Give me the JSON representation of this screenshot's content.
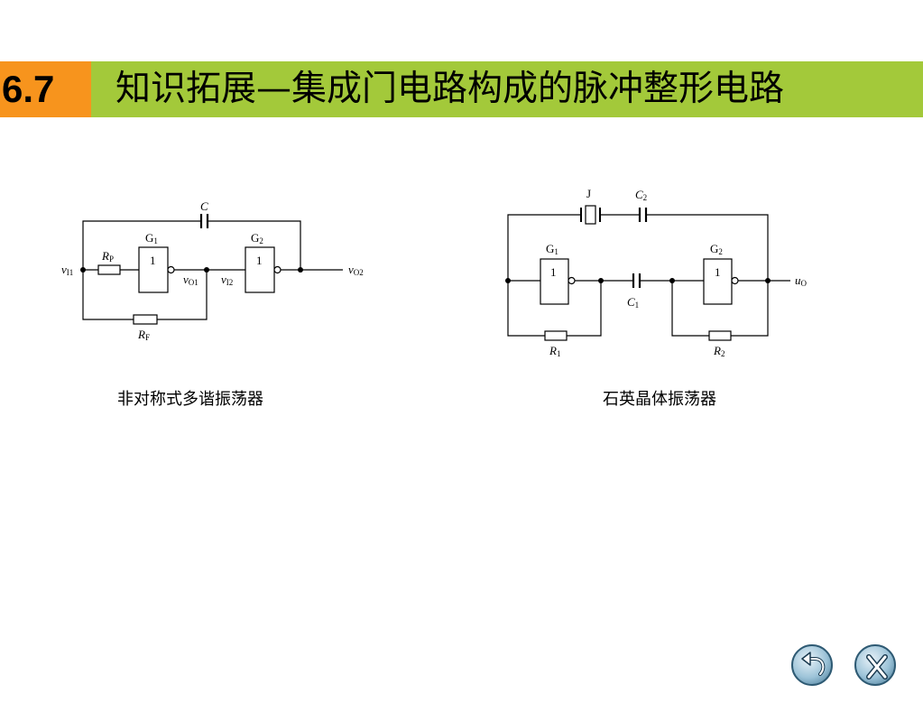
{
  "header": {
    "section_number": "6.7",
    "title": "知识拓展—集成门电路构成的脉冲整形电路"
  },
  "left_circuit": {
    "caption": "非对称式多谐振荡器",
    "gate1": {
      "name": "G",
      "sub": "1",
      "symbol": "1"
    },
    "gate2": {
      "name": "G",
      "sub": "2",
      "symbol": "1"
    },
    "capacitor": "C",
    "resistor_p": {
      "name": "R",
      "sub": "P"
    },
    "resistor_f": {
      "name": "R",
      "sub": "F"
    },
    "input1": {
      "name": "v",
      "sub": "I1"
    },
    "output1": {
      "name": "v",
      "sub": "O1"
    },
    "input2": {
      "name": "v",
      "sub": "I2"
    },
    "output2": {
      "name": "v",
      "sub": "O2"
    }
  },
  "right_circuit": {
    "caption": "石英晶体振荡器",
    "crystal": "J",
    "capacitor2": {
      "name": "C",
      "sub": "2"
    },
    "capacitor1": {
      "name": "C",
      "sub": "1"
    },
    "gate1": {
      "name": "G",
      "sub": "1",
      "symbol": "1"
    },
    "gate2": {
      "name": "G",
      "sub": "2",
      "symbol": "1"
    },
    "resistor1": {
      "name": "R",
      "sub": "1"
    },
    "resistor2": {
      "name": "R",
      "sub": "2"
    },
    "output": {
      "name": "u",
      "sub": "O"
    }
  },
  "nav": {
    "back_icon": "return-arrow-icon",
    "close_icon": "close-x-icon"
  }
}
